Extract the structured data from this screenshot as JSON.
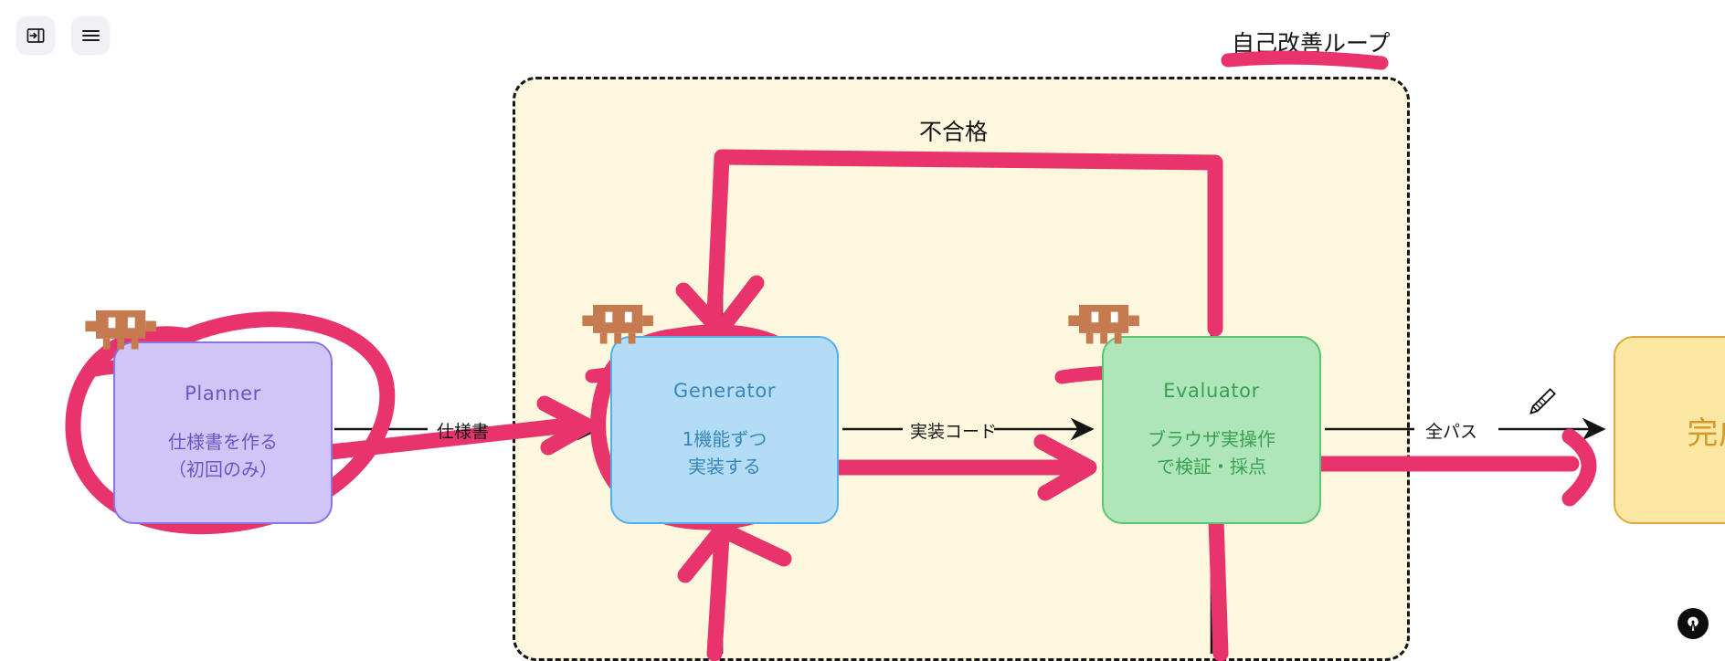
{
  "app": {
    "canvas_background": "#ffffff",
    "accent_highlight": "#e8336d"
  },
  "toolbar": {
    "buttons": [
      {
        "name": "sidebar-toggle",
        "icon": "panel-toggle-icon",
        "label": ""
      },
      {
        "name": "menu",
        "icon": "hamburger-menu-icon",
        "label": ""
      }
    ]
  },
  "frame": {
    "title": "自己改善ループ",
    "background": "#fdf8dd",
    "border_style": "dashed",
    "border_color": "#16161c"
  },
  "nodes": [
    {
      "id": "planner",
      "title": "Planner",
      "body_line1": "仕様書を作る",
      "body_line2": "（初回のみ）",
      "fill": "#cfc6f5",
      "stroke": "#8b73e0",
      "text_color": "#6a56c4",
      "has_robot_icon": true
    },
    {
      "id": "generator",
      "title": "Generator",
      "body_line1": "1機能ずつ",
      "body_line2": "実装する",
      "fill": "#b3ddf7",
      "stroke": "#57aee6",
      "text_color": "#3a86b8",
      "has_robot_icon": true
    },
    {
      "id": "evaluator",
      "title": "Evaluator",
      "body_line1": "ブラウザ実操作",
      "body_line2": "で検証・採点",
      "fill": "#aee6b9",
      "stroke": "#5cc473",
      "text_color": "#3a9f55",
      "has_robot_icon": true
    },
    {
      "id": "done",
      "title": "完成",
      "body_line1": "",
      "body_line2": "",
      "fill": "#fbe6a2",
      "stroke": "#e0a93b",
      "text_color": "#d39a2a",
      "has_robot_icon": false
    }
  ],
  "edges": [
    {
      "id": "planner-to-generator",
      "label": "仕様書"
    },
    {
      "id": "generator-to-evaluator",
      "label": "実装コード"
    },
    {
      "id": "evaluator-to-done",
      "label": "全パス"
    },
    {
      "id": "evaluator-back-to-generator",
      "label": "不合格"
    }
  ],
  "cursor": {
    "tool": "pencil-cursor"
  },
  "badge": {
    "icon": "pen-nib-icon"
  }
}
